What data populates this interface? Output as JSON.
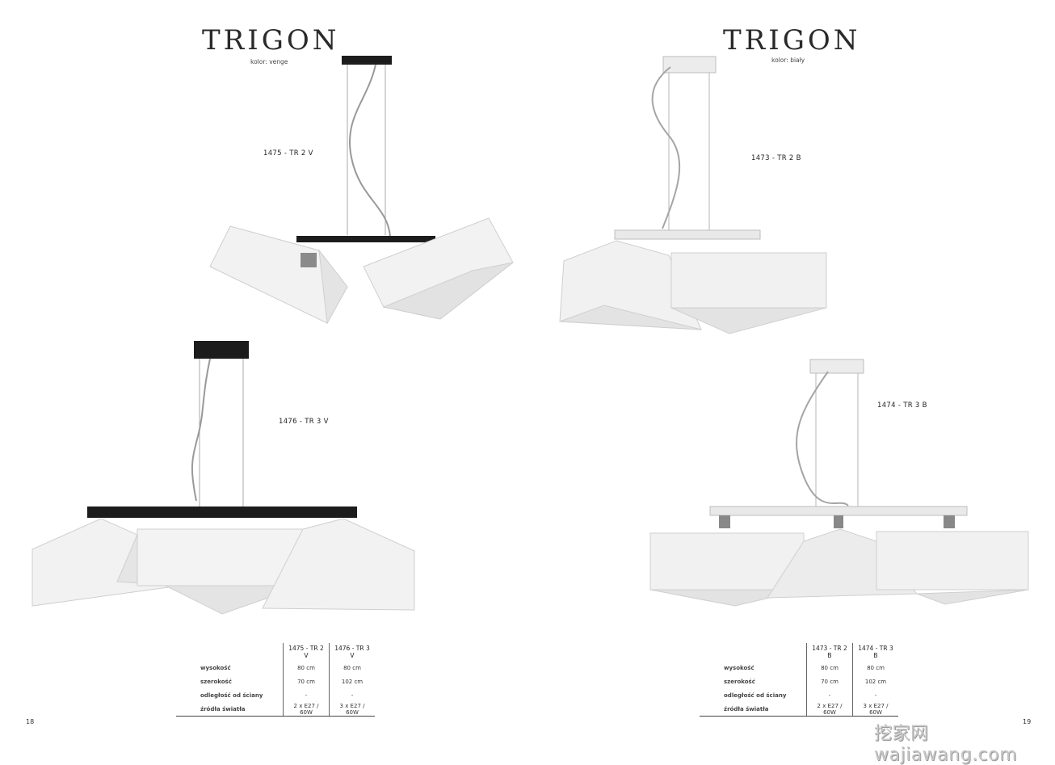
{
  "left_page": {
    "title": "TRIGON",
    "color_note": "kolor: venge",
    "models": [
      {
        "code": "1475 - TR 2 V"
      },
      {
        "code": "1476 - TR 3 V"
      }
    ],
    "table": {
      "headers": [
        "",
        "1475 - TR 2 V",
        "1476 - TR 3 V"
      ],
      "rows": [
        {
          "label": "wysokość",
          "a": "80 cm",
          "b": "80 cm"
        },
        {
          "label": "szerokość",
          "a": "70 cm",
          "b": "102 cm"
        },
        {
          "label": "odległość od ściany",
          "a": "-",
          "b": "-"
        },
        {
          "label": "źródła światła",
          "a": "2 x E27 / 60W",
          "b": "3 x E27 / 60W"
        }
      ]
    },
    "page_number": "18"
  },
  "right_page": {
    "title": "TRIGON",
    "color_note": "kolor: biały",
    "models": [
      {
        "code": "1473 - TR 2 B"
      },
      {
        "code": "1474 - TR 3 B"
      }
    ],
    "table": {
      "headers": [
        "",
        "1473 - TR 2 B",
        "1474 - TR 3 B"
      ],
      "rows": [
        {
          "label": "wysokość",
          "a": "80 cm",
          "b": "80 cm"
        },
        {
          "label": "szerokość",
          "a": "70 cm",
          "b": "102 cm"
        },
        {
          "label": "odległość od ściany",
          "a": "-",
          "b": "-"
        },
        {
          "label": "źródła światła",
          "a": "2 x E27 / 60W",
          "b": "3 x E27 / 60W"
        }
      ]
    },
    "page_number": "19"
  },
  "watermark": "挖家网 wajiawang.com",
  "colors": {
    "venge": "#1c1c1c",
    "white_frame": "#e8e8e8",
    "shade": "#f1f1f1"
  }
}
